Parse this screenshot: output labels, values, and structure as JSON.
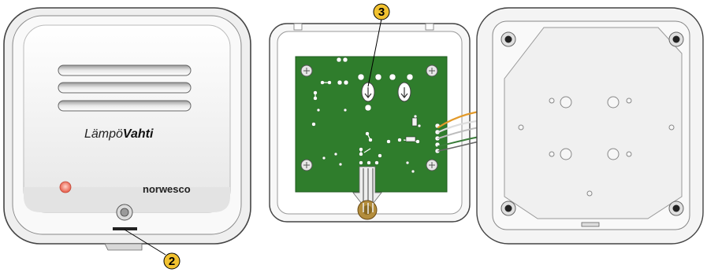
{
  "product": {
    "name_light": "Lämpö",
    "name_bold": "Vahti",
    "manufacturer": "norwesco"
  },
  "callouts": [
    {
      "label": "3",
      "target": "screw-inner-right"
    },
    {
      "label": "2",
      "target": "bottom-latch"
    }
  ],
  "colors": {
    "pcb": "#2f7d2c",
    "callout_fill": "#f2c230",
    "led": "#f07a6a",
    "housing": "#f4f4f4"
  }
}
